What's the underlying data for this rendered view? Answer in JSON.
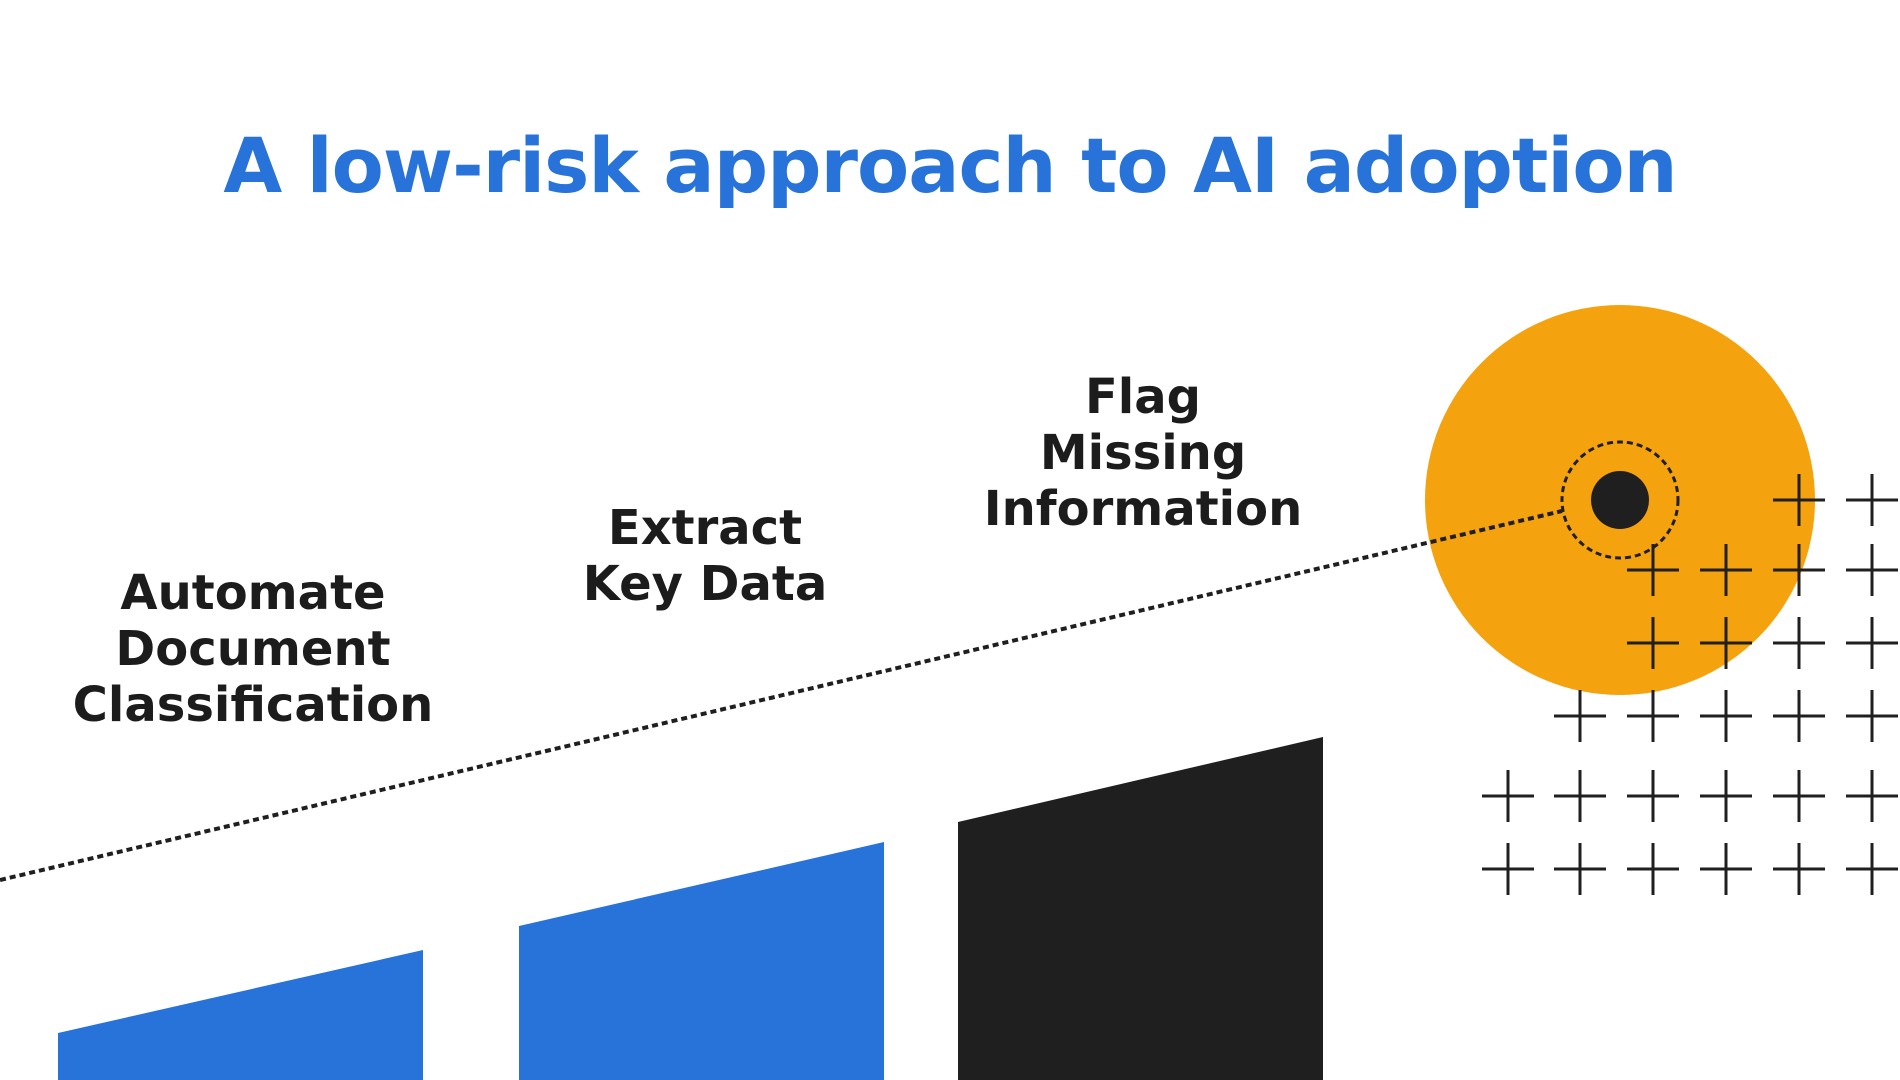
{
  "title": "A low-risk approach to AI adoption",
  "colors": {
    "title": "#2873d9",
    "step_blue": "#2873d9",
    "step_dark": "#1f1f1f",
    "target_circle": "#f5a20f",
    "target_dot": "#1f1f1f",
    "line": "#1f1f1f",
    "text": "#1c1c1c"
  },
  "steps": [
    {
      "lines": [
        "Automate",
        "Document",
        "Classification"
      ],
      "color": "#2873d9"
    },
    {
      "lines": [
        "Extract",
        "Key Data"
      ],
      "color": "#2873d9"
    },
    {
      "lines": [
        "Flag",
        "Missing",
        "Information"
      ],
      "color": "#1f1f1f"
    }
  ],
  "decorations": {
    "target_icon": "target-circle-icon",
    "dashed_line": "dashed-trend-line",
    "plus_grid": "plus-grid-pattern"
  }
}
